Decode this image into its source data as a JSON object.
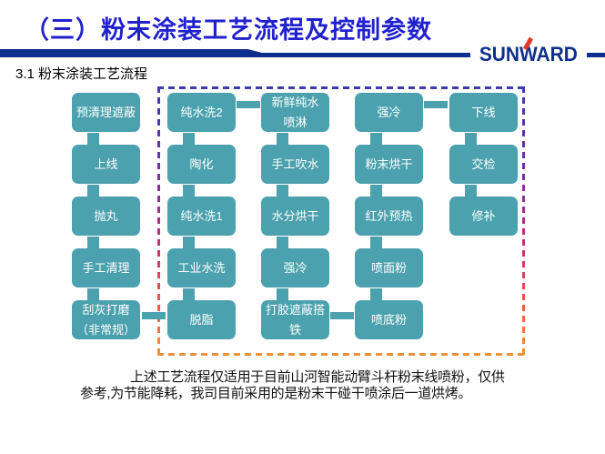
{
  "header": {
    "title": "（三）粉末涂装工艺流程及控制参数",
    "logo_text": "SUNWARD"
  },
  "section": {
    "label": "3.1 粉末涂装工艺流程"
  },
  "flow": {
    "col1": [
      "预清理遮蔽",
      "上线",
      "抛丸",
      "手工清理",
      "刮灰打磨\n（非常规）"
    ],
    "col2": [
      "纯水洗2",
      "陶化",
      "纯水洗1",
      "工业水洗",
      "脱脂"
    ],
    "col3": [
      "新鲜纯水\n喷淋",
      "手工吹水",
      "水分烘干",
      "强冷",
      "打胶遮蔽搭\n铁"
    ],
    "col4": [
      "强冷",
      "粉末烘干",
      "红外预热",
      "喷面粉",
      "喷底粉"
    ],
    "col5": [
      "下线",
      "交检",
      "修补"
    ]
  },
  "note": {
    "line1": "上述工艺流程仅适用于目前山河智能动臂斗杆粉末线喷粉，仅供",
    "line2": "参考,为节能降耗，我司目前采用的是粉末干碰干喷涂后一道烘烤。"
  },
  "colors": {
    "box_teal": "#4BA1AE",
    "band_navy": "#0E2F8C",
    "title_blue": "#2121CE",
    "logo_red": "#E3362B",
    "dash_top_blue": "#3F39AE",
    "dash_bottom_orange": "#F0913C"
  }
}
